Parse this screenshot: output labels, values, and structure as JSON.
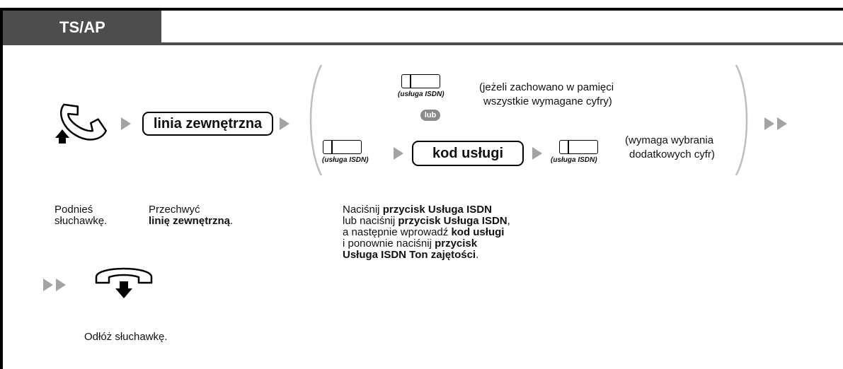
{
  "header": {
    "title": "TS/AP"
  },
  "flow": {
    "step1_label": "linia zewnętrzna",
    "isdn_key_caption": "(usługa ISDN)",
    "note_top_line1": "(jeżeli zachowano w pamięci",
    "note_top_line2": "wszystkie wymagane cyfry)",
    "or_badge": "lub",
    "service_code_label": "kod usługi",
    "note_right_line1": "(wymaga wybrania",
    "note_right_line2": "dodatkowych cyfr)"
  },
  "descriptions": {
    "lift": {
      "line1": "Podnieś",
      "line2": "słuchawkę."
    },
    "seize": {
      "line1": "Przechwyć",
      "bold": "linię zewnętrzną",
      "tail": "."
    },
    "press": {
      "l1_text": "Naciśnij ",
      "l1_bold": "przycisk Usługa ISDN",
      "l2_text": "lub naciśnij ",
      "l2_bold": "przycisk Usługa ISDN",
      "l2_tail": ",",
      "l3_text": "a następnie wprowadź ",
      "l3_bold": "kod usługi",
      "l4_text": "i ponownie naciśnij ",
      "l4_bold": "przycisk",
      "l5_bold": "Usługa ISDN Ton zajętości",
      "l5_tail": "."
    },
    "hangup": "Odłóż słuchawkę."
  },
  "colors": {
    "header_bg": "#4d4d4d",
    "arrow": "#a3a3a3",
    "badge": "#8a8a8a"
  },
  "icons": [
    "handset-off-hook-icon",
    "handset-on-hook-icon",
    "arrow-right-icon",
    "double-arrow-icon"
  ]
}
